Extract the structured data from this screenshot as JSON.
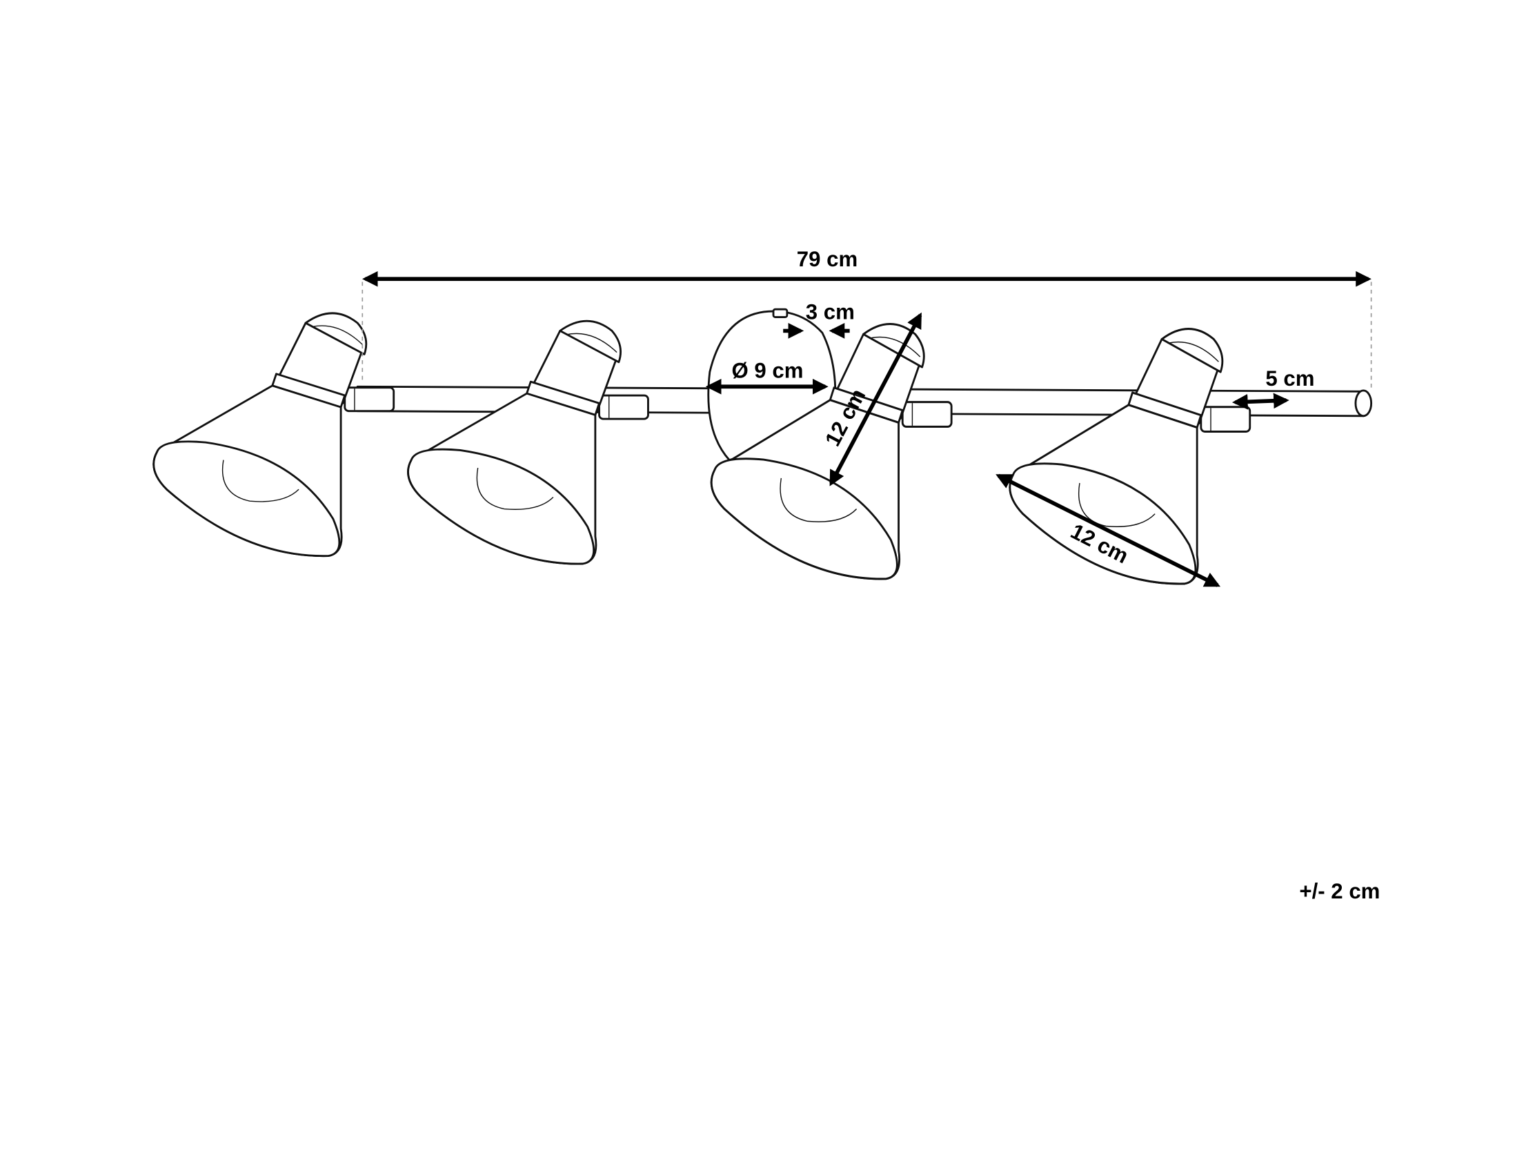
{
  "drawing": {
    "subject": "ceiling-spotlight-bar-4-lamps",
    "dimensions": {
      "total_length": "79 cm",
      "base_depth": "3 cm",
      "base_diameter": "Ø 9 cm",
      "shade_height": "12 cm",
      "shade_diameter": "12 cm",
      "rod_end": "5 cm"
    },
    "tolerance": "+/- 2 cm"
  }
}
